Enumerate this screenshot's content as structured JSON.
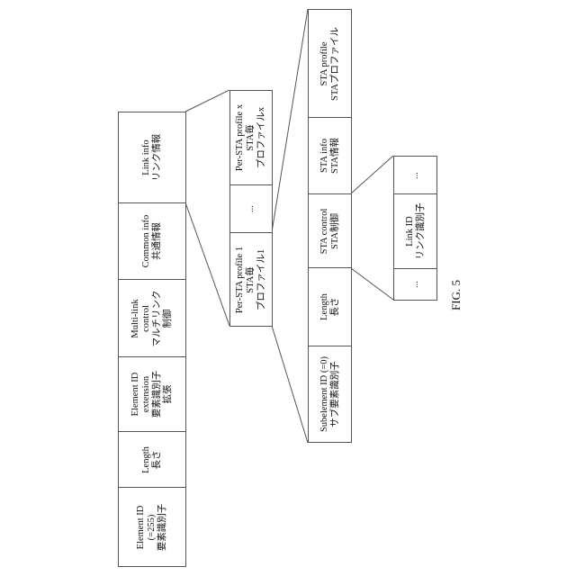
{
  "figure_label": "FIG. 5",
  "element_fields": [
    {
      "id": "element-id",
      "text": "Element ID\n(=255)\n要素識別子"
    },
    {
      "id": "length",
      "text": "Length\n長さ"
    },
    {
      "id": "element-id-extension",
      "text": "Element ID\nextension\n要素識別子\n拡張"
    },
    {
      "id": "multi-link-control",
      "text": "Multi-link\ncontrol\nマルチリンク\n制御"
    },
    {
      "id": "common-info",
      "text": "Common info\n共通情報"
    },
    {
      "id": "link-info",
      "text": "Link info\nリンク情報"
    }
  ],
  "link_info_fields": [
    {
      "id": "per-sta-profile-1",
      "text": "Per-STA profile 1\nSTA毎\nプロファイル1"
    },
    {
      "id": "ellipsis",
      "text": "..."
    },
    {
      "id": "per-sta-profile-x",
      "text": "Per-STA profile x\nSTA毎\nプロファイルx"
    }
  ],
  "per_sta_fields": [
    {
      "id": "subelement-id",
      "text": "Subelement ID (=0)\nサブ要素識別子"
    },
    {
      "id": "length",
      "text": "Length\n長さ"
    },
    {
      "id": "sta-control",
      "text": "STA control\nSTA制御"
    },
    {
      "id": "sta-info",
      "text": "STA info\nSTA情報"
    },
    {
      "id": "sta-profile",
      "text": "STA profile\nSTAプロファイル"
    }
  ],
  "sta_control_fields": [
    {
      "id": "ellipsis-left",
      "text": "..."
    },
    {
      "id": "link-id",
      "text": "Link ID\nリンク識別子"
    },
    {
      "id": "ellipsis-right",
      "text": "..."
    }
  ]
}
